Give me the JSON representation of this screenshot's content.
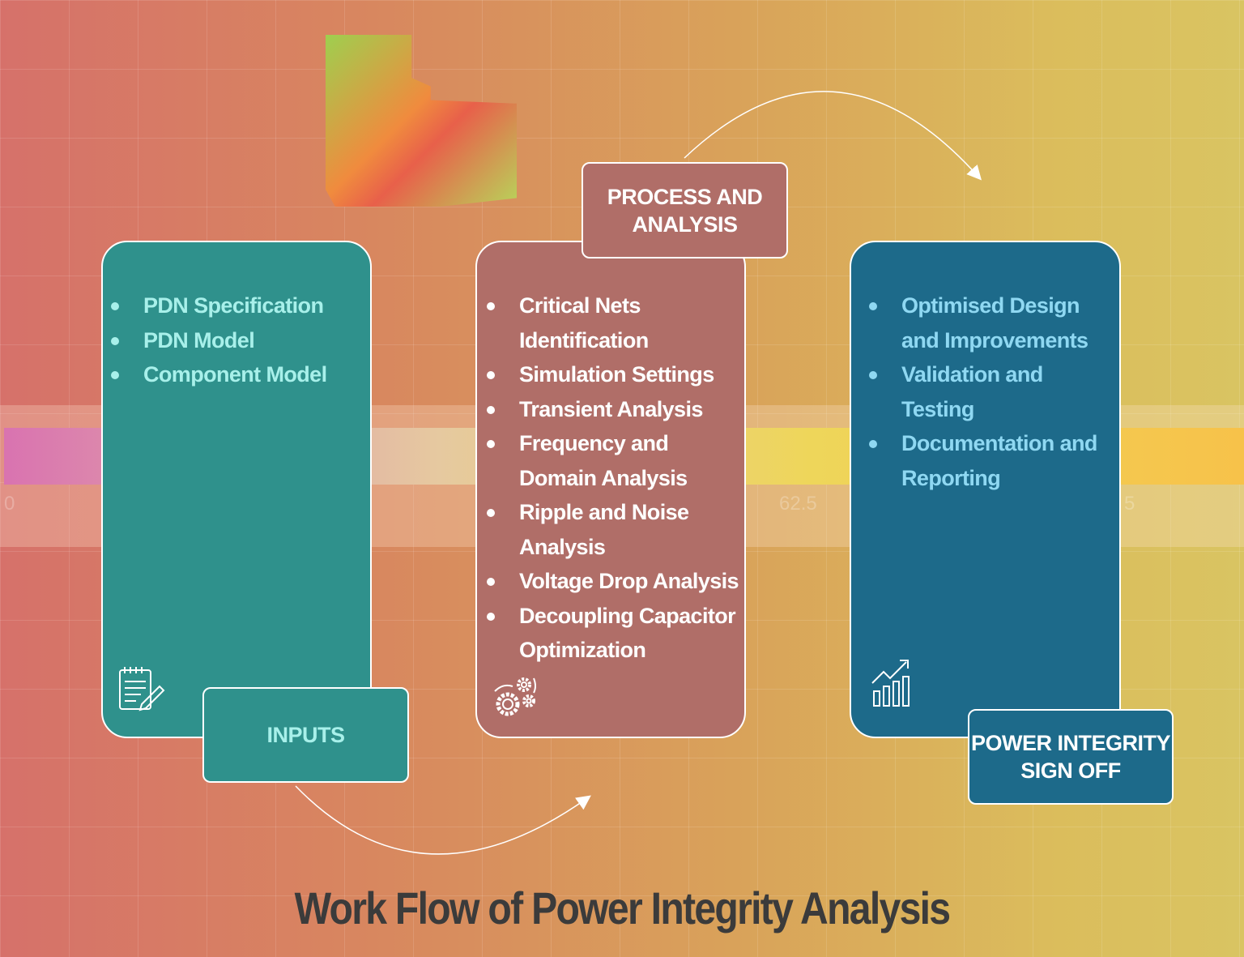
{
  "title": "Work Flow of Power Integrity Analysis",
  "background": {
    "colorbar_labels": [
      "0",
      "62.5",
      "5"
    ]
  },
  "stages": [
    {
      "label": "INPUTS",
      "color": "#2f918c",
      "text_color": "#a8f0ea",
      "icon": "notepad-pen-icon",
      "items": [
        "PDN Specification",
        "PDN Model",
        "Component Model"
      ]
    },
    {
      "label": "PROCESS AND ANALYSIS",
      "color": "#b06e68",
      "text_color": "#ffffff",
      "icon": "gears-icon",
      "items": [
        "Critical Nets Identification",
        "Simulation Settings",
        "Transient Analysis",
        "Frequency and Domain Analysis",
        "Ripple and Noise Analysis",
        "Voltage Drop Analysis",
        "Decoupling Capacitor Optimization"
      ]
    },
    {
      "label": "POWER INTEGRITY SIGN OFF",
      "color": "#1d6a8a",
      "text_color": "#8fd8f2",
      "icon": "growth-chart-icon",
      "items": [
        "Optimised Design and Improvements",
        "Validation and Testing",
        "Documentation and Reporting"
      ]
    }
  ]
}
